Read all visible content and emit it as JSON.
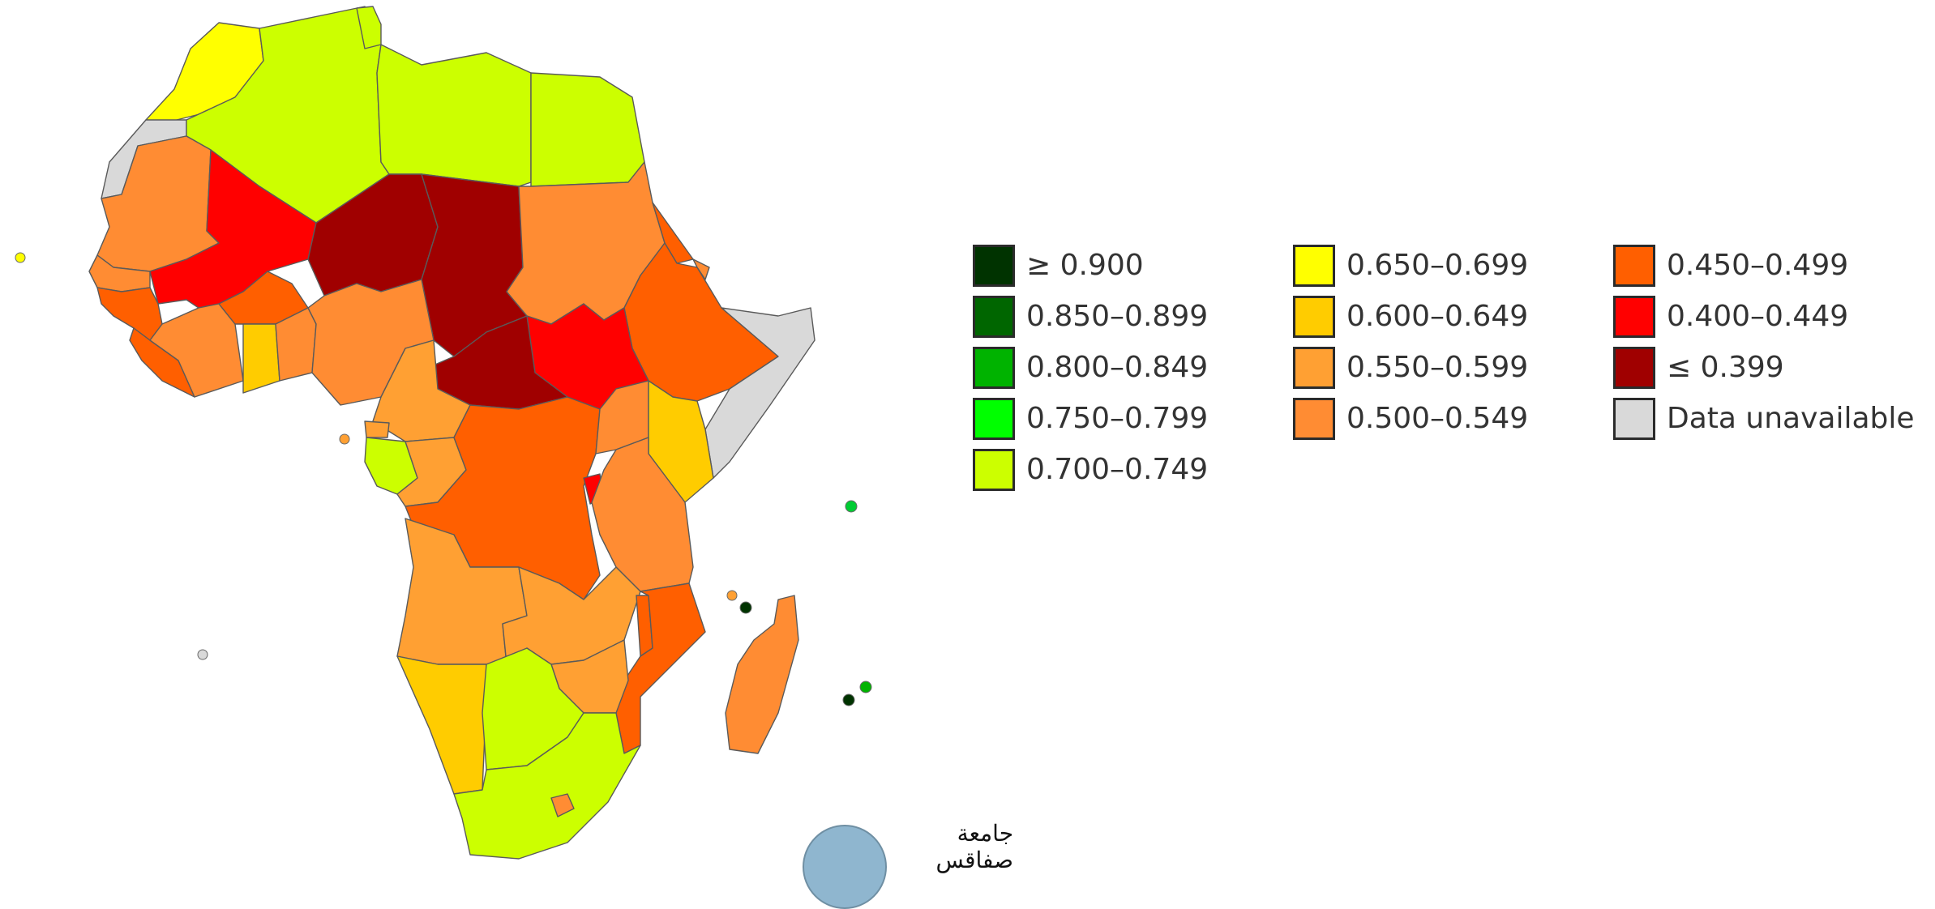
{
  "colors": {
    "ge_0_900": "#003300",
    "r_850_899": "#006600",
    "r_800_849": "#00b300",
    "r_750_799": "#00ff00",
    "r_700_749": "#ccff00",
    "r_650_699": "#ffff00",
    "r_600_649": "#ffcc00",
    "r_550_599": "#ffa033",
    "r_500_549": "#ff8c33",
    "r_450_499": "#ff5f00",
    "r_400_449": "#ff0000",
    "le_0_399": "#a00000",
    "unavailable": "#d9d9d9"
  },
  "legend": {
    "columns": [
      [
        {
          "label": "≥ 0.900",
          "color": "#003300"
        },
        {
          "label": "0.850–0.899",
          "color": "#006600"
        },
        {
          "label": "0.800–0.849",
          "color": "#00b300"
        },
        {
          "label": "0.750–0.799",
          "color": "#00ff00"
        },
        {
          "label": "0.700–0.749",
          "color": "#ccff00"
        }
      ],
      [
        {
          "label": "0.650–0.699",
          "color": "#ffff00"
        },
        {
          "label": "0.600–0.649",
          "color": "#ffcc00"
        },
        {
          "label": "0.550–0.599",
          "color": "#ffa033"
        },
        {
          "label": "0.500–0.549",
          "color": "#ff8c33"
        }
      ],
      [
        {
          "label": "0.450–0.499",
          "color": "#ff5f00"
        },
        {
          "label": "0.400–0.449",
          "color": "#ff0000"
        },
        {
          "label": "≤ 0.399",
          "color": "#a00000"
        },
        {
          "label": "Data unavailable",
          "color": "#d9d9d9"
        }
      ]
    ]
  },
  "logo": {
    "text": "جامعة صفاقس",
    "icon": "university-emblem-icon"
  }
}
